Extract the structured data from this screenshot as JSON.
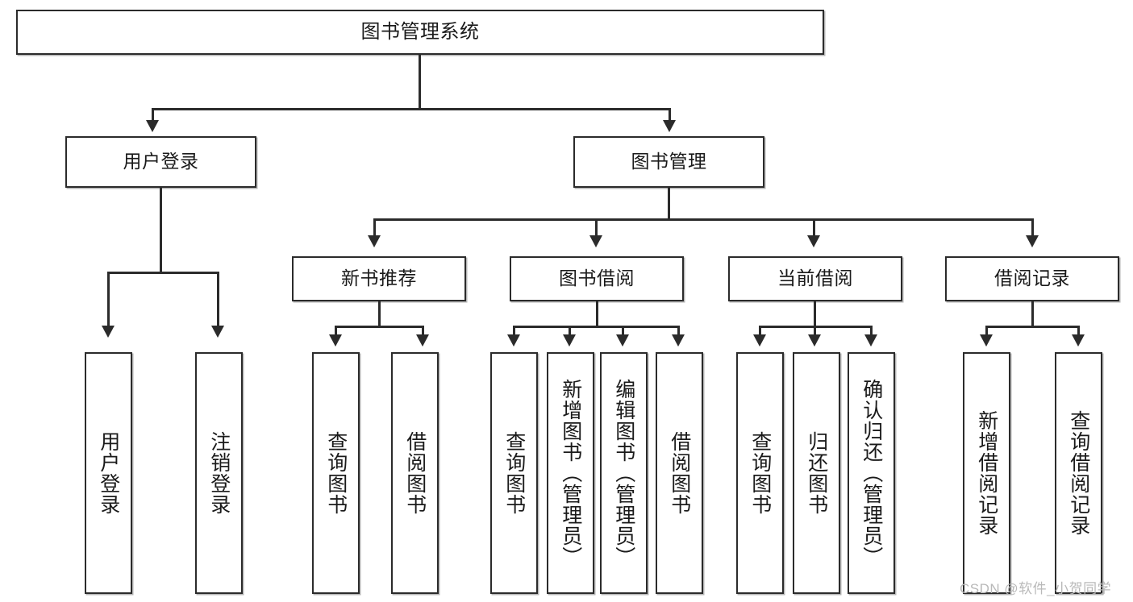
{
  "diagram": {
    "title": "图书管理系统",
    "type": "tree-hierarchy-chart",
    "root": {
      "label": "图书管理系统"
    },
    "level1": [
      {
        "label": "用户登录"
      },
      {
        "label": "图书管理"
      }
    ],
    "level2": [
      {
        "label": "新书推荐"
      },
      {
        "label": "图书借阅"
      },
      {
        "label": "当前借阅"
      },
      {
        "label": "借阅记录"
      }
    ],
    "leaves": {
      "user_login": [
        {
          "label": "用户登录"
        },
        {
          "label": "注销登录"
        }
      ],
      "new_book_recommend": [
        {
          "label": "查询图书"
        },
        {
          "label": "借阅图书"
        }
      ],
      "book_borrow": [
        {
          "label": "查询图书"
        },
        {
          "label": "新增图书（管理员）"
        },
        {
          "label": "编辑图书（管理员）"
        },
        {
          "label": "借阅图书"
        }
      ],
      "current_borrow": [
        {
          "label": "查询图书"
        },
        {
          "label": "归还图书"
        },
        {
          "label": "确认归还（管理员）"
        }
      ],
      "borrow_record": [
        {
          "label": "新增借阅记录"
        },
        {
          "label": "查询借阅记录"
        }
      ]
    }
  },
  "watermark": {
    "text": "CSDN @软件_小贺同学"
  },
  "colors": {
    "border": "#2b2b2b",
    "background": "#ffffff",
    "text": "#1a1a1a",
    "watermark": "#b9b9b9"
  }
}
